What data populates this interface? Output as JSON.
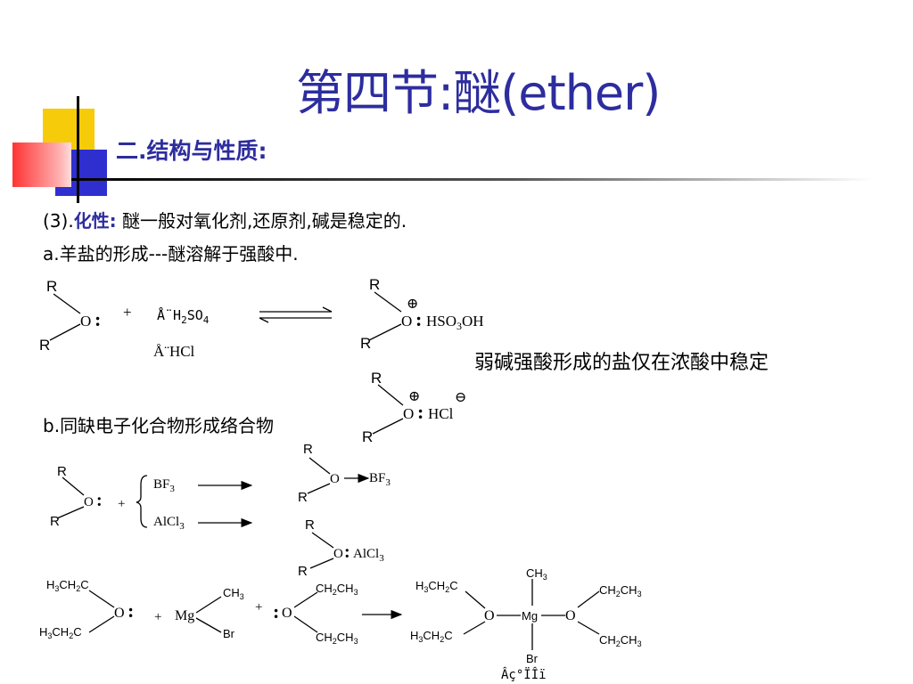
{
  "slide": {
    "title": "第四节:醚(ether)",
    "subtitle": "二.结构与性质:",
    "line1_prefix": "(3).",
    "line1_keyword": "化性:",
    "line1_text": "醚一般对氧化剂,还原剂,碱是稳定的.",
    "line2_prefix": "a.",
    "line2_text": "羊盐的形成---醚溶解于强酸中.",
    "line3_prefix": "b.",
    "line3_text": "同缺电子化合物形成络合物",
    "note": "弱碱强酸形成的盐仅在浓酸中稳定"
  },
  "chem": {
    "R": "R",
    "O": "O",
    "colon": ":",
    "plus": "+",
    "oplus": "⊕",
    "ominus": "⊖",
    "reagent_h2so4": "Å¨H",
    "reagent_h2so4_sub": "2",
    "reagent_h2so4_mid": "SO",
    "reagent_h2so4_sub2": "4",
    "reagent_hcl": "Å¨HCl",
    "hso3oh_pre": "HSO",
    "hso3oh_sub": "3",
    "hso3oh_post": "OH",
    "hcl": "HCl",
    "bf3": "BF",
    "alcl3": "AlCl",
    "sub3": "3",
    "sub2": "2",
    "h3ch2c_a": "H",
    "h3ch2c_b": "CH",
    "h3ch2c_c": "C",
    "ch2ch3_a": "CH",
    "ch2ch3_b": "CH",
    "mg": "Mg",
    "ch3": "CH",
    "br": "Br",
    "bottom_label": "Âç°ÏÎï"
  }
}
